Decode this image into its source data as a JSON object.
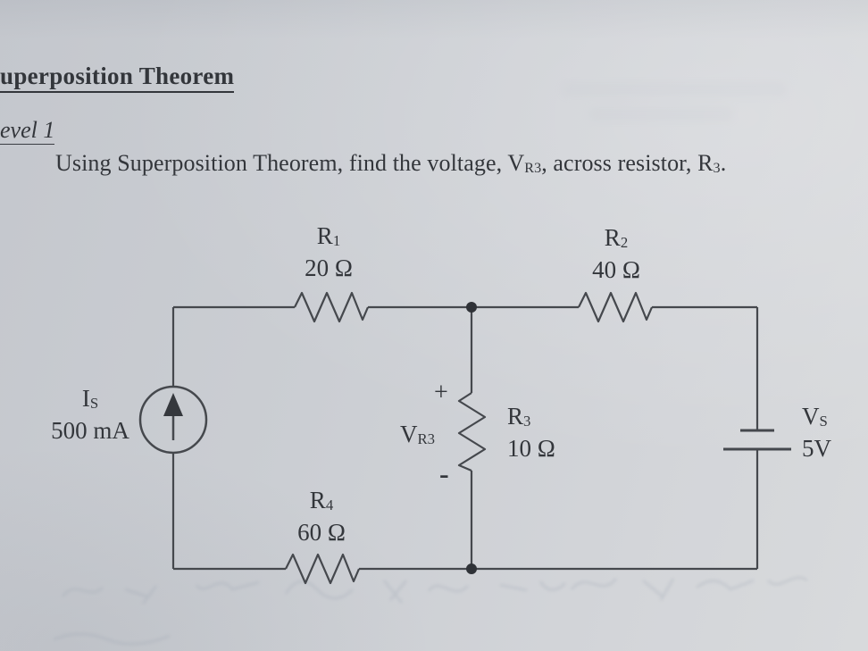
{
  "page": {
    "title": "uperposition Theorem",
    "level_heading": "evel 1",
    "problem": {
      "part1": "Using Superposition Theorem, find the voltage, V",
      "sub1": "R3",
      "part2": ", across resistor, R",
      "sub2": "3",
      "part3": "."
    }
  },
  "circuit": {
    "source_current": {
      "name": "I",
      "sub": "S",
      "value": "500 mA"
    },
    "resistor_r1": {
      "name": "R",
      "sub": "1",
      "value": "20 Ω"
    },
    "resistor_r2": {
      "name": "R",
      "sub": "2",
      "value": "40 Ω"
    },
    "resistor_r3": {
      "name": "R",
      "sub": "3",
      "value": "10 Ω"
    },
    "resistor_r4": {
      "name": "R",
      "sub": "4",
      "value": "60 Ω"
    },
    "source_voltage": {
      "name": "V",
      "sub": "S",
      "value": "5V"
    },
    "vr3_annotation": {
      "name": "V",
      "sub": "R3",
      "plus": "+",
      "minus": "-"
    },
    "colors": {
      "ink": "#33363b",
      "line": "#45484d",
      "paper": "#cdcfd4"
    }
  }
}
